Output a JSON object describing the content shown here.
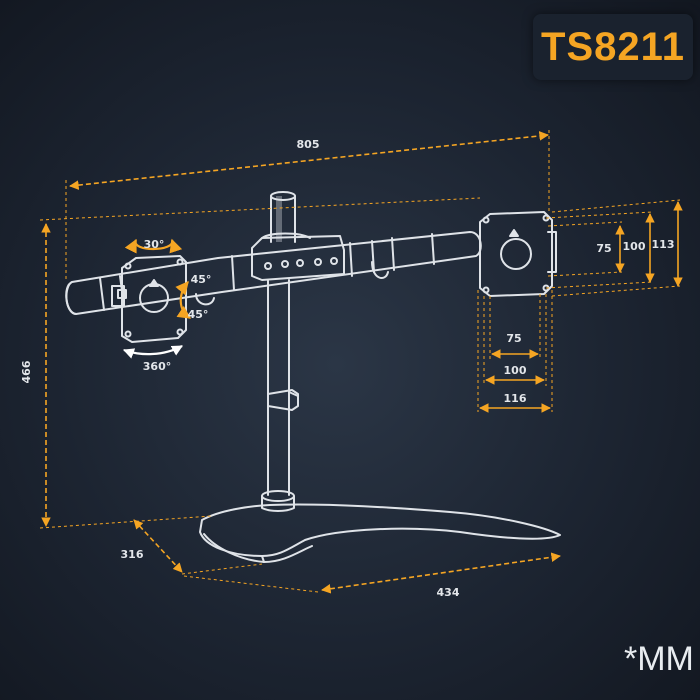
{
  "model": "TS8211",
  "unit": "*MM",
  "colors": {
    "accent": "#f5a523",
    "line": "#dfe3e8",
    "background": "#1c2431"
  },
  "dimensions": {
    "total_width": "805",
    "total_height": "466",
    "base_depth": "316",
    "base_width": "434",
    "vesa_v_75": "75",
    "vesa_v_100": "100",
    "plate_height": "113",
    "vesa_h_75": "75",
    "vesa_h_100": "100",
    "plate_width": "116"
  },
  "adjustments": {
    "tilt_top": "30°",
    "tilt_side": "45°",
    "tilt_side_2": "45°",
    "rotation": "360°"
  }
}
